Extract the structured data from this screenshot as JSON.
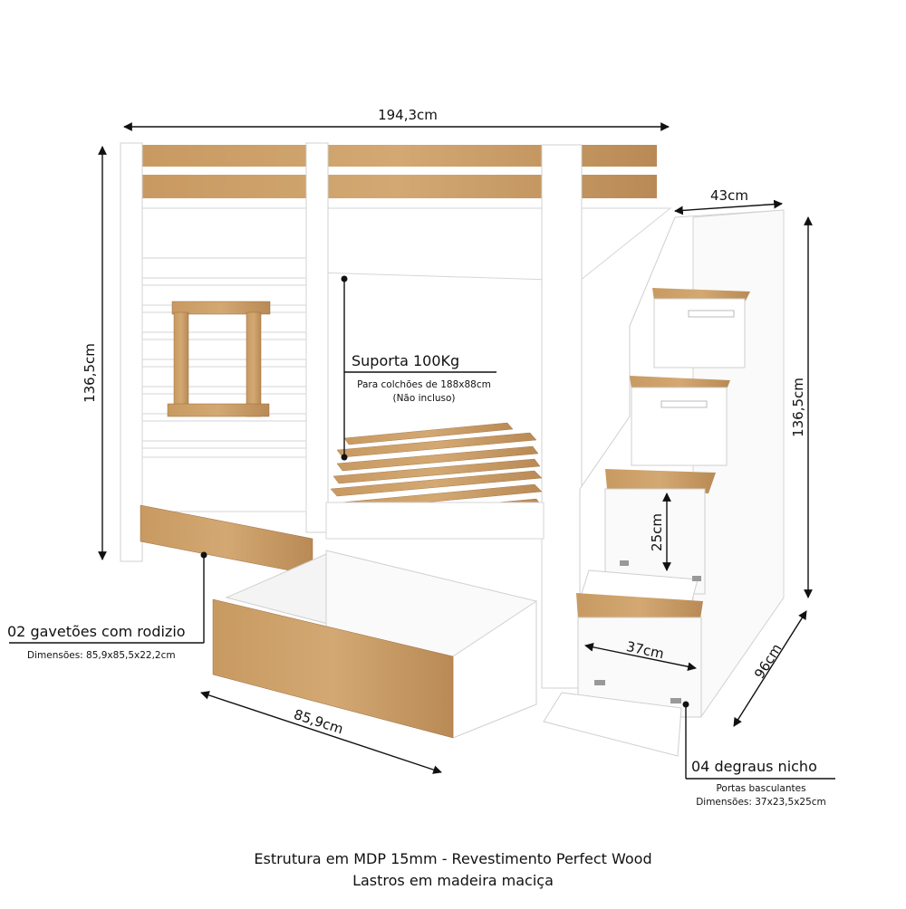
{
  "dimensions": {
    "width_total": "194,3cm",
    "height_left": "136,5cm",
    "height_right": "136,5cm",
    "stair_width": "43cm",
    "stair_depth": "96cm",
    "drawer_width": "85,9cm",
    "niche_height": "25cm",
    "niche_width": "37cm"
  },
  "callouts": {
    "support": {
      "title": "Suporta 100Kg",
      "line1": "Para colchões de 188x88cm",
      "line2": "(Não incluso)"
    },
    "drawers": {
      "title": "02 gavetões com rodizio",
      "detail": "Dimensões: 85,9x85,5x22,2cm"
    },
    "steps": {
      "title": "04 degraus nicho",
      "line1": "Portas basculantes",
      "line2": "Dimensões: 37x23,5x25cm"
    }
  },
  "footer": {
    "line1": "Estrutura em MDP 15mm - Revestimento Perfect Wood",
    "line2": "Lastros em madeira maciça"
  },
  "colors": {
    "wood": "#c89a62",
    "wood_dark": "#a9784a",
    "white_panel": "#ffffff",
    "panel_edge": "#d8d8d8",
    "line": "#111111"
  }
}
